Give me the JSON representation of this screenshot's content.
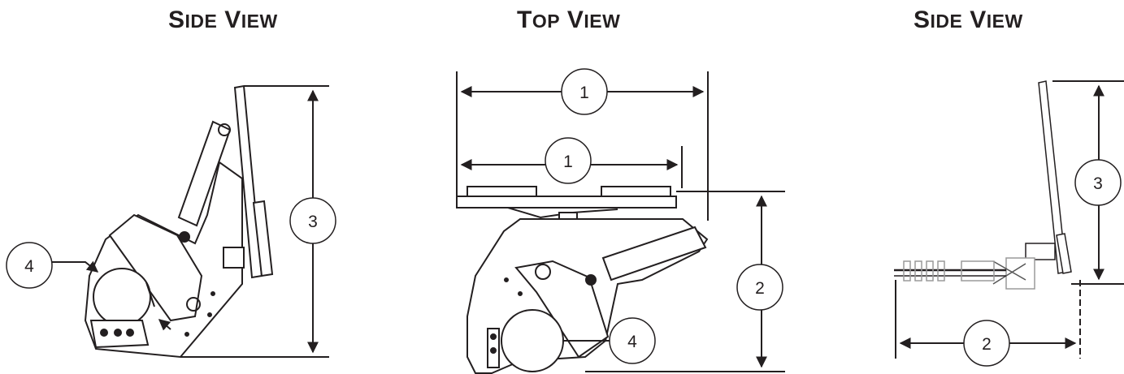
{
  "titles": {
    "left": "Side View",
    "center": "Top View",
    "right": "Side View"
  },
  "callouts": {
    "left_height": "3",
    "left_roller": "4",
    "top_width_outer": "1",
    "top_width_inner": "1",
    "top_depth": "2",
    "top_roller": "4",
    "right_height": "3",
    "right_depth": "2"
  },
  "colors": {
    "line": "#231f20",
    "fill": "#ffffff"
  }
}
